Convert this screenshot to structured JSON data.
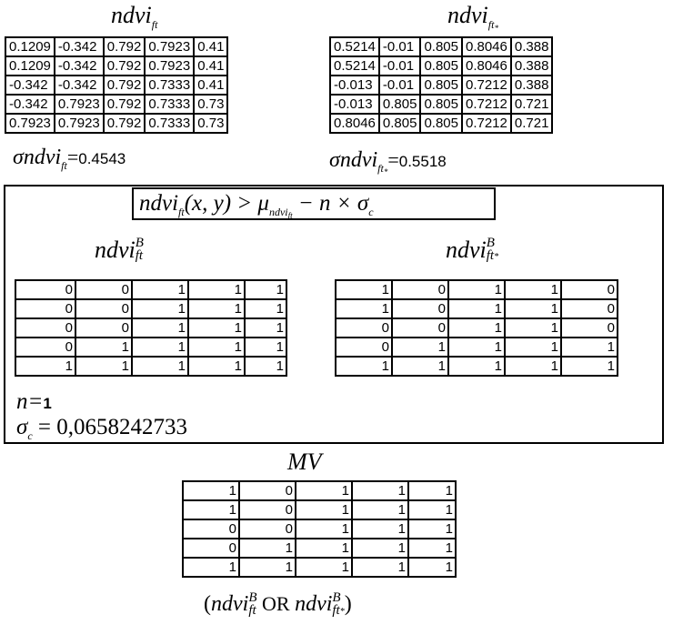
{
  "top_left": {
    "title_base": "ndvi",
    "title_sub": "ft",
    "rows": [
      [
        "0.1209",
        "-0.342",
        "0.792",
        "0.7923",
        "0.41"
      ],
      [
        "0.1209",
        "-0.342",
        "0.792",
        "0.7923",
        "0.41"
      ],
      [
        "-0.342",
        "-0.342",
        "0.792",
        "0.7333",
        "0.41"
      ],
      [
        "-0.342",
        "0.7923",
        "0.792",
        "0.7333",
        "0.73"
      ],
      [
        "0.7923",
        "0.7923",
        "0.792",
        "0.7333",
        "0.73"
      ]
    ],
    "sigma_label": "σndvi",
    "sigma_sub": "ft",
    "sigma_eq": "=",
    "sigma_value": "0.4543"
  },
  "top_right": {
    "title_base": "ndvi",
    "title_sub": "ft",
    "title_subsub": "*",
    "rows": [
      [
        "0.5214",
        "-0.01",
        "0.805",
        "0.8046",
        "0.388"
      ],
      [
        "0.5214",
        "-0.01",
        "0.805",
        "0.8046",
        "0.388"
      ],
      [
        "-0.013",
        "-0.01",
        "0.805",
        "0.7212",
        "0.388"
      ],
      [
        "-0.013",
        "0.805",
        "0.805",
        "0.7212",
        "0.721"
      ],
      [
        "0.8046",
        "0.805",
        "0.805",
        "0.7212",
        "0.721"
      ]
    ],
    "sigma_label": "σndvi",
    "sigma_sub": "ft",
    "sigma_subsub": "*",
    "sigma_eq": "=",
    "sigma_value": "0.5518"
  },
  "formula": {
    "lhs": "ndvi",
    "lhs_sub": "ft",
    "args": "(x, y) > μ",
    "mu_sub": "ndvi",
    "mu_subsub": "ft",
    "rhs": " − n × σ",
    "rhs_sub": "c"
  },
  "binary_left": {
    "title_base": "ndvi",
    "title_sup": "B",
    "title_sub": "ft",
    "rows": [
      [
        "0",
        "0",
        "1",
        "1",
        "1"
      ],
      [
        "0",
        "0",
        "1",
        "1",
        "1"
      ],
      [
        "0",
        "0",
        "1",
        "1",
        "1"
      ],
      [
        "0",
        "1",
        "1",
        "1",
        "1"
      ],
      [
        "1",
        "1",
        "1",
        "1",
        "1"
      ]
    ]
  },
  "binary_right": {
    "title_base": "ndvi",
    "title_sup": "B",
    "title_sub": "ft",
    "title_subsub": "*",
    "rows": [
      [
        "1",
        "0",
        "1",
        "1",
        "0"
      ],
      [
        "1",
        "0",
        "1",
        "1",
        "0"
      ],
      [
        "0",
        "0",
        "1",
        "1",
        "0"
      ],
      [
        "0",
        "1",
        "1",
        "1",
        "1"
      ],
      [
        "1",
        "1",
        "1",
        "1",
        "1"
      ]
    ]
  },
  "params": {
    "n_label": "n=",
    "n_value": "1",
    "sigma_c_label": "σ",
    "sigma_c_sub": "c",
    "sigma_c_eq": " = ",
    "sigma_c_value": "0,0658242733"
  },
  "mv": {
    "title": "MV",
    "rows": [
      [
        "1",
        "0",
        "1",
        "1",
        "1"
      ],
      [
        "1",
        "0",
        "1",
        "1",
        "1"
      ],
      [
        "0",
        "0",
        "1",
        "1",
        "1"
      ],
      [
        "0",
        "1",
        "1",
        "1",
        "1"
      ],
      [
        "1",
        "1",
        "1",
        "1",
        "1"
      ]
    ],
    "caption_open": "(",
    "caption_a": "ndvi",
    "caption_a_sup": "B",
    "caption_a_sub": "ft",
    "caption_or": " OR ",
    "caption_b": "ndvi",
    "caption_b_sup": "B",
    "caption_b_sub": "ft",
    "caption_b_subsub": "*",
    "caption_close": ")"
  }
}
